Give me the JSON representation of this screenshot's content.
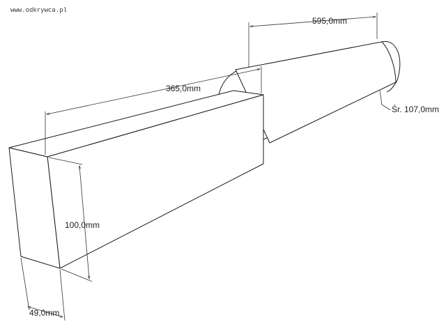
{
  "watermark": "www.odkrywca.pl",
  "dimensions": {
    "cylinder_length": "595,0mm",
    "cylinder_diameter": "Śr. 107,0mm",
    "block_length": "365,0mm",
    "block_height": "100,0mm",
    "block_width": "49,0mm"
  }
}
